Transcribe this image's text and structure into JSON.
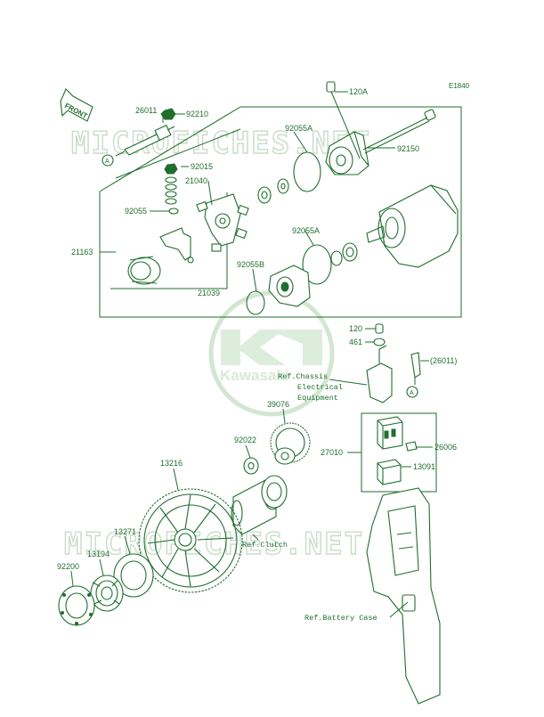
{
  "diagram": {
    "code": "E1840",
    "front_label": "FRONT",
    "watermark_top": "MICROFICHES.NET",
    "watermark_bottom": "MICROFICHES.NET",
    "brand_logo_text": "Kawasaki",
    "callout_a": "A",
    "parts": {
      "p26011": "26011",
      "p92210": "92210",
      "p120a": "120A",
      "p92055a_top": "92055A",
      "p92150": "92150",
      "p92015": "92015",
      "p21040": "21040",
      "p92055": "92055",
      "p92055a_mid": "92055A",
      "p21163": "21163",
      "p92055b": "92055B",
      "p21039": "21039",
      "p120": "120",
      "p461": "461",
      "p26011_paren": "(26011)",
      "p39076": "39076",
      "p92022": "92022",
      "p27010": "27010",
      "p26006": "26006",
      "p13091": "13091",
      "p13216": "13216",
      "p13271": "13271",
      "p13194": "13194",
      "p92200": "92200"
    },
    "refs": {
      "chassis_line1": "Ref.Chassis",
      "chassis_line2": "Electrical",
      "chassis_line3": "Equipment",
      "clutch": "Ref.Clutch",
      "battery_case": "Ref.Battery Case"
    }
  }
}
